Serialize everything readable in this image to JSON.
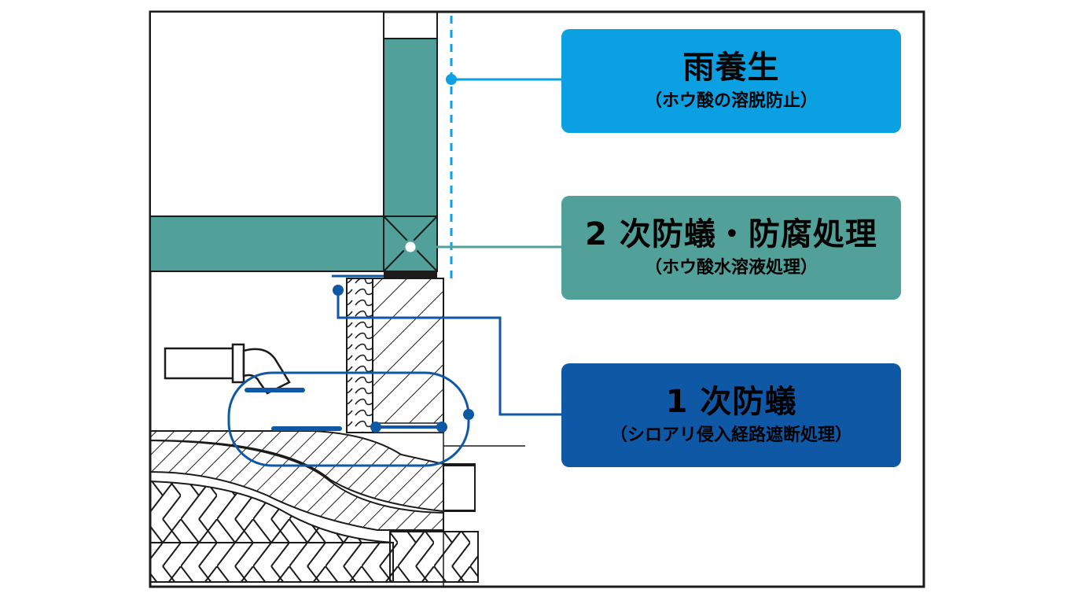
{
  "colors": {
    "rain_blue": "#0aa0e2",
    "treatment_green": "#52a09a",
    "primary_navy": "#0f58a6",
    "line_black": "#1b1b1b"
  },
  "callouts": {
    "rain": {
      "title": "雨養生",
      "subtitle": "（ホウ酸の溶脱防止）"
    },
    "secondary": {
      "title": "2 次防蟻・防腐処理",
      "subtitle": "（ホウ酸水溶液処理）"
    },
    "primary": {
      "title": "1 次防蟻",
      "subtitle": "（シロアリ侵入経路遮断処理）"
    }
  }
}
